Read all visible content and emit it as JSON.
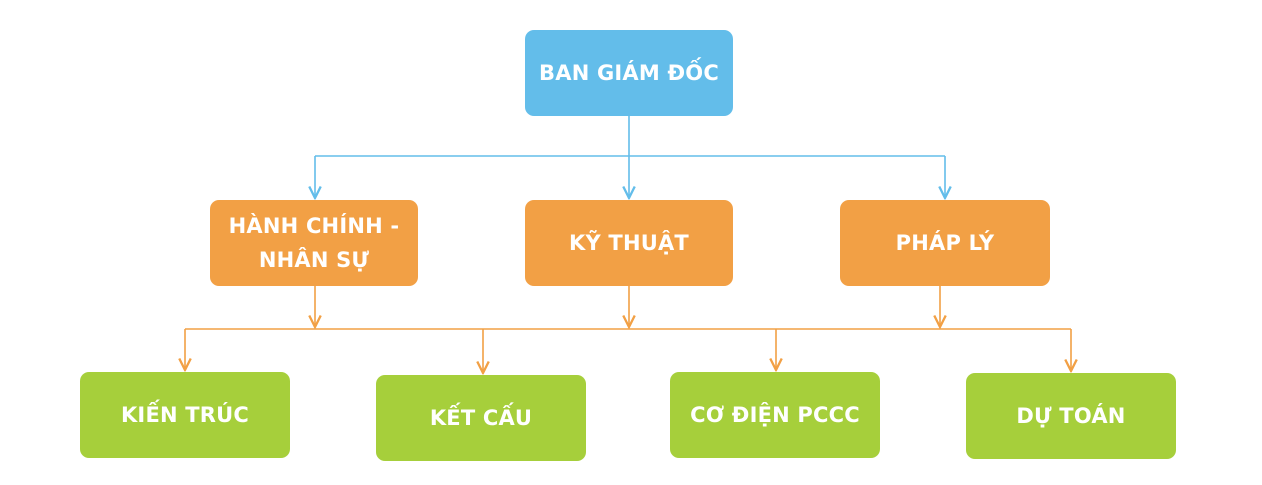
{
  "org_chart": {
    "director": {
      "label": "BAN GIÁM ĐỐC"
    },
    "departments": [
      {
        "lines": [
          "HÀNH CHÍNH -",
          "NHÂN SỰ"
        ]
      },
      {
        "lines": [
          "KỸ THUẬT"
        ]
      },
      {
        "lines": [
          "PHÁP LÝ"
        ]
      }
    ],
    "teams": [
      {
        "label": "KIẾN TRÚC"
      },
      {
        "label": "KẾT CẤU"
      },
      {
        "label": "CƠ ĐIỆN PCCC"
      },
      {
        "label": "DỰ TOÁN"
      }
    ]
  },
  "colors": {
    "director_fill": "#63bdea",
    "department_fill": "#f2a045",
    "team_fill": "#a6cf3b",
    "text": "#ffffff",
    "blue_connector": "#63bdea",
    "orange_connector": "#f2a045"
  }
}
